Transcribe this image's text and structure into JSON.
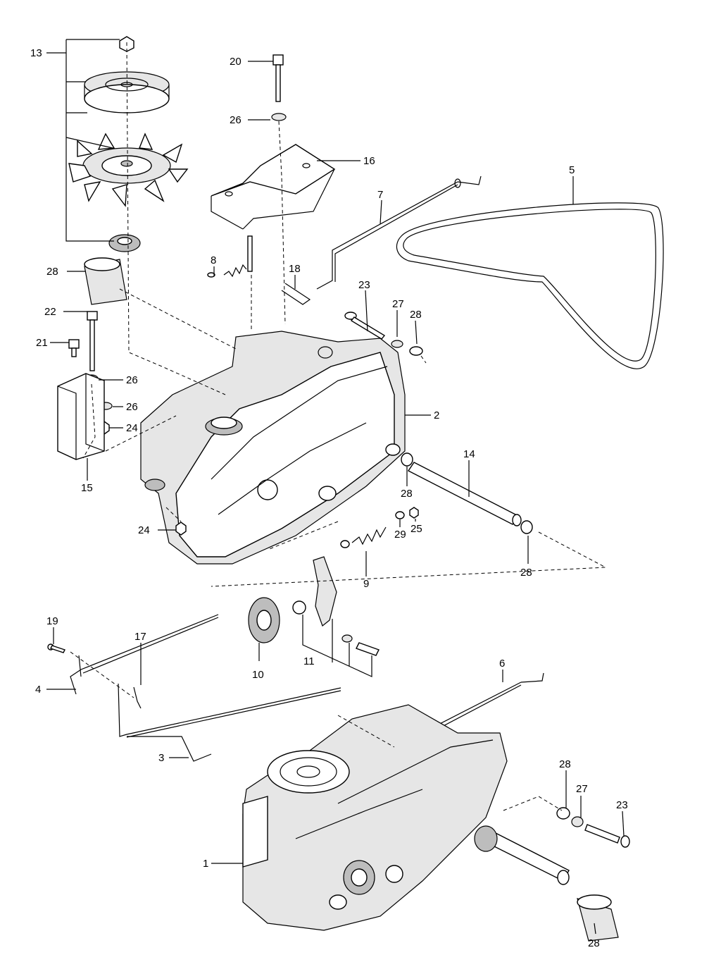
{
  "callouts": [
    {
      "id": "c13",
      "label": "13"
    },
    {
      "id": "c20",
      "label": "20"
    },
    {
      "id": "c26a",
      "label": "26"
    },
    {
      "id": "c16",
      "label": "16"
    },
    {
      "id": "c5",
      "label": "5"
    },
    {
      "id": "c7",
      "label": "7"
    },
    {
      "id": "c8",
      "label": "8"
    },
    {
      "id": "c18",
      "label": "18"
    },
    {
      "id": "c28a",
      "label": "28"
    },
    {
      "id": "c23a",
      "label": "23"
    },
    {
      "id": "c27a",
      "label": "27"
    },
    {
      "id": "c28b",
      "label": "28"
    },
    {
      "id": "c22",
      "label": "22"
    },
    {
      "id": "c21",
      "label": "21"
    },
    {
      "id": "c26b",
      "label": "26"
    },
    {
      "id": "c26c",
      "label": "26"
    },
    {
      "id": "c2",
      "label": "2"
    },
    {
      "id": "c24a",
      "label": "24"
    },
    {
      "id": "c15",
      "label": "15"
    },
    {
      "id": "c14",
      "label": "14"
    },
    {
      "id": "c28c",
      "label": "28"
    },
    {
      "id": "c24b",
      "label": "24"
    },
    {
      "id": "c29",
      "label": "29"
    },
    {
      "id": "c25",
      "label": "25"
    },
    {
      "id": "c9",
      "label": "9"
    },
    {
      "id": "c28d",
      "label": "28"
    },
    {
      "id": "c19",
      "label": "19"
    },
    {
      "id": "c17",
      "label": "17"
    },
    {
      "id": "c10",
      "label": "10"
    },
    {
      "id": "c11",
      "label": "11"
    },
    {
      "id": "c4",
      "label": "4"
    },
    {
      "id": "c6",
      "label": "6"
    },
    {
      "id": "c3",
      "label": "3"
    },
    {
      "id": "c28e",
      "label": "28"
    },
    {
      "id": "c27b",
      "label": "27"
    },
    {
      "id": "c23b",
      "label": "23"
    },
    {
      "id": "c1",
      "label": "1"
    },
    {
      "id": "c28f",
      "label": "28"
    }
  ]
}
